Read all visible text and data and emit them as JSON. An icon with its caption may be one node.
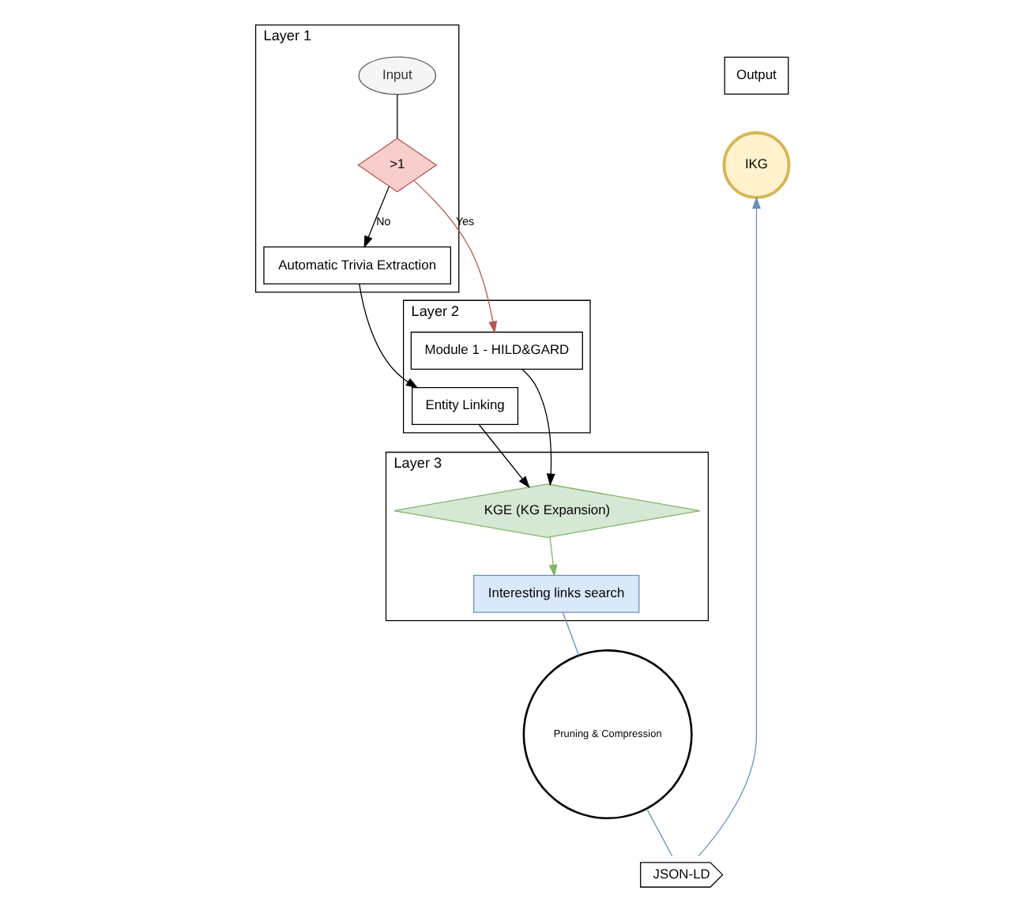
{
  "diagram": {
    "nodes": [
      {
        "text": [
          "Layer 1"
        ]
      },
      {
        "text": [
          "Layer 2"
        ]
      },
      {
        "text": [
          "Layer 3"
        ]
      },
      {
        "text": [
          "Output"
        ]
      },
      {
        "text": [
          "Input"
        ],
        "in": 0
      },
      {
        "text": [
          ">1"
        ],
        "in": 0
      },
      {
        "text": [
          "Automatic Trivia Extraction"
        ],
        "in": 0
      },
      {
        "text": [
          "IKG"
        ]
      },
      {
        "text": [
          "Module 1 - HILD&GARD"
        ],
        "in": 1
      },
      {
        "text": [
          "Entity Linking"
        ],
        "in": 1
      },
      {
        "text": [
          "JSON-LD"
        ]
      },
      {
        "text": [
          "KGE (KG Expansion)"
        ],
        "in": 2
      },
      {
        "text": [
          "Interesting links search"
        ],
        "in": 2
      },
      {
        "text": [
          "Pruning & Compression"
        ]
      }
    ],
    "edges": [
      {
        "from": 4,
        "to": 5,
        "arrow": "none"
      },
      {
        "from": 5,
        "to": 6,
        "arrow": "to",
        "label": "No"
      },
      {
        "from": 5,
        "to": 8,
        "arrow": "to",
        "label": "Yes",
        "color": "#b85450"
      },
      {
        "from": 6,
        "to": 9,
        "arrow": "to"
      },
      {
        "from": 8,
        "to": 11,
        "arrow": "to"
      },
      {
        "from": 9,
        "to": 11,
        "arrow": "to"
      },
      {
        "from": 11,
        "to": 12,
        "arrow": "to",
        "color": "#82b366"
      },
      {
        "from": 12,
        "to": 13,
        "arrow": "none",
        "color": "#6c8ebf"
      },
      {
        "from": 13,
        "to": 10,
        "arrow": "none",
        "color": "#6c8ebf"
      },
      {
        "from": 10,
        "to": 7,
        "arrow": "to",
        "color": "#6c8ebf"
      }
    ]
  }
}
